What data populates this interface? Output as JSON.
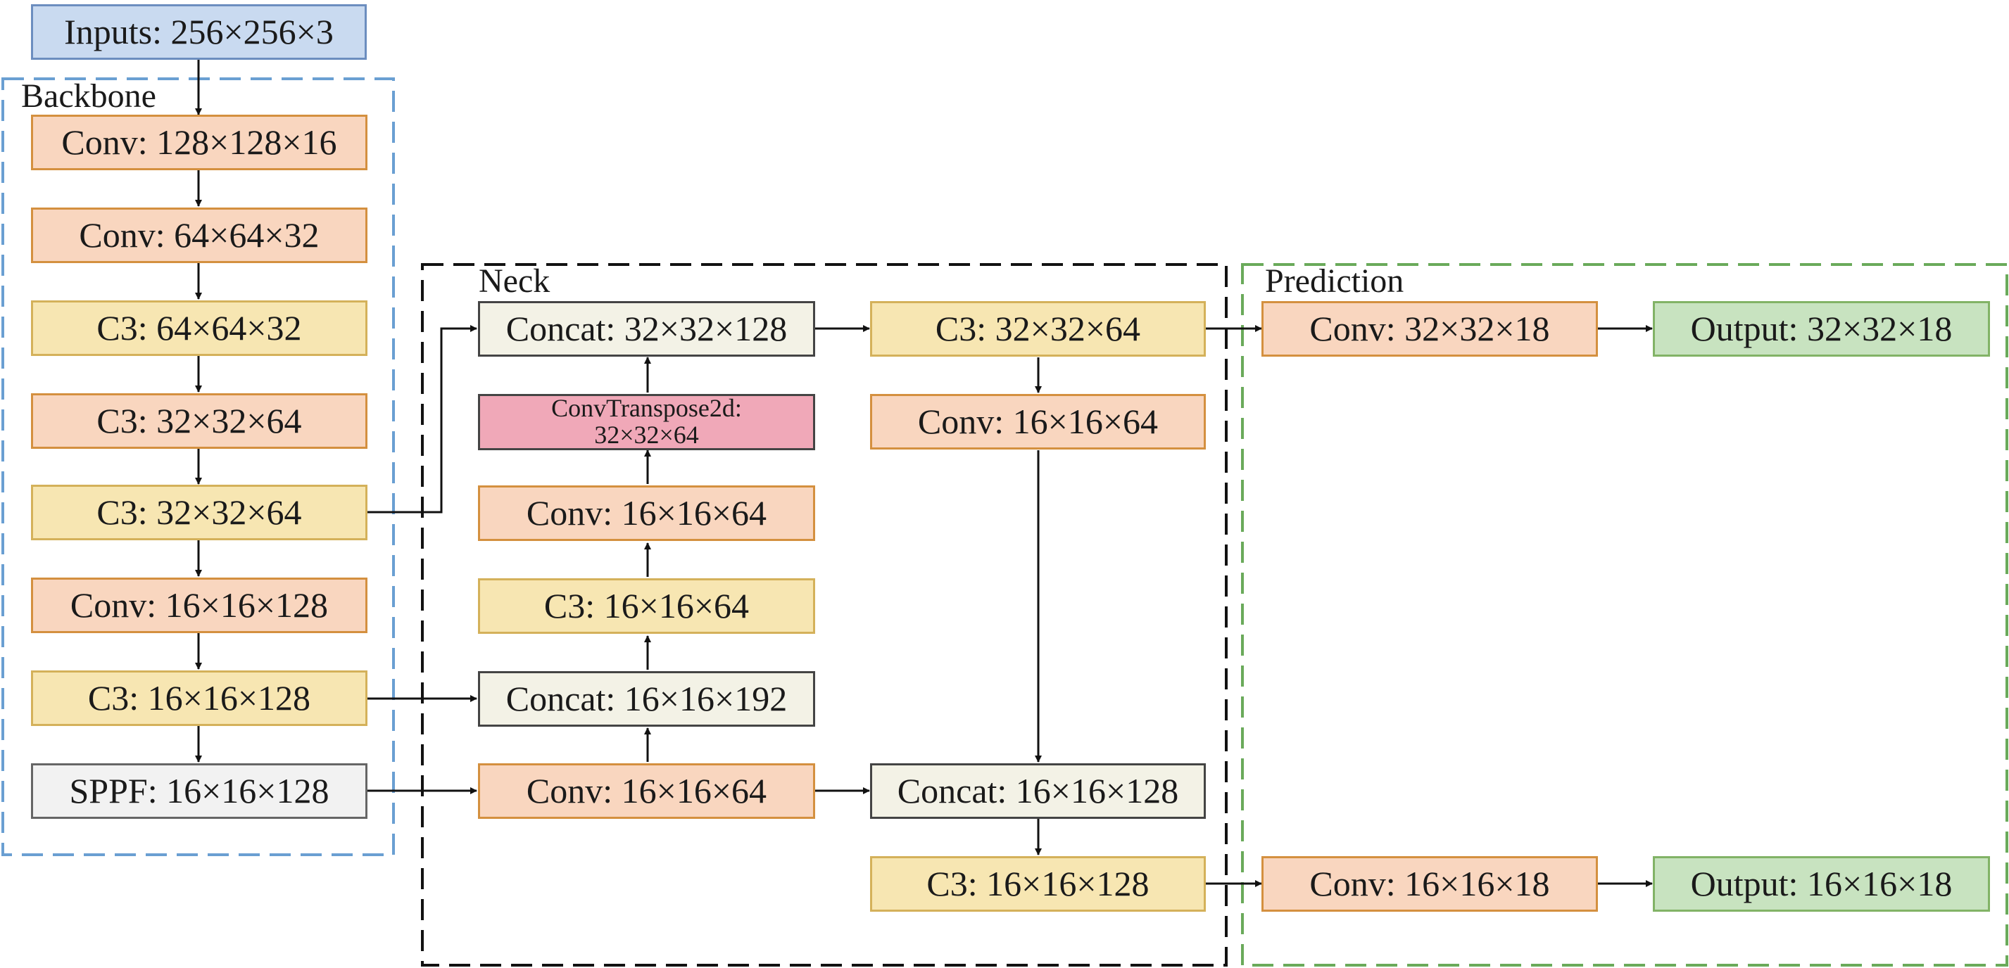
{
  "groups": {
    "backbone": {
      "label": "Backbone",
      "color": "#6a9fd2"
    },
    "neck": {
      "label": "Neck",
      "color": "#111111"
    },
    "prediction": {
      "label": "Prediction",
      "color": "#6aaa5a"
    }
  },
  "nodes": {
    "input": "Inputs: 256×256×3",
    "bb_conv1": "Conv: 128×128×16",
    "bb_conv2": "Conv: 64×64×32",
    "bb_c3_1": "C3: 64×64×32",
    "bb_c3_2": "C3: 32×32×64",
    "bb_c3_3": "C3: 32×32×64",
    "bb_conv3": "Conv: 16×16×128",
    "bb_c3_4": "C3: 16×16×128",
    "bb_sppf": "SPPF: 16×16×128",
    "nk_concat1": "Concat: 32×32×128",
    "nk_convt": "ConvTranspose2d:\n32×32×64",
    "nk_conv1": "Conv: 16×16×64",
    "nk_c3_1": "C3: 16×16×64",
    "nk_concat2": "Concat: 16×16×192",
    "nk_conv2": "Conv: 16×16×64",
    "nk_c3_2": "C3: 32×32×64",
    "nk_conv3": "Conv: 16×16×64",
    "nk_concat3": "Concat: 16×16×128",
    "nk_c3_3": "C3: 16×16×128",
    "pr_conv1": "Conv: 32×32×18",
    "pr_out1": "Output: 32×32×18",
    "pr_conv2": "Conv: 16×16×18",
    "pr_out2": "Output: 16×16×18"
  },
  "colors": {
    "input": "#c9daf0",
    "conv": "#f9d6bf",
    "c3": "#f7e6b2",
    "concat": "#f3f2e6",
    "sppf": "#f2f2f2",
    "convtranspose": "#f0a8b8",
    "output": "#c8e3c0"
  }
}
